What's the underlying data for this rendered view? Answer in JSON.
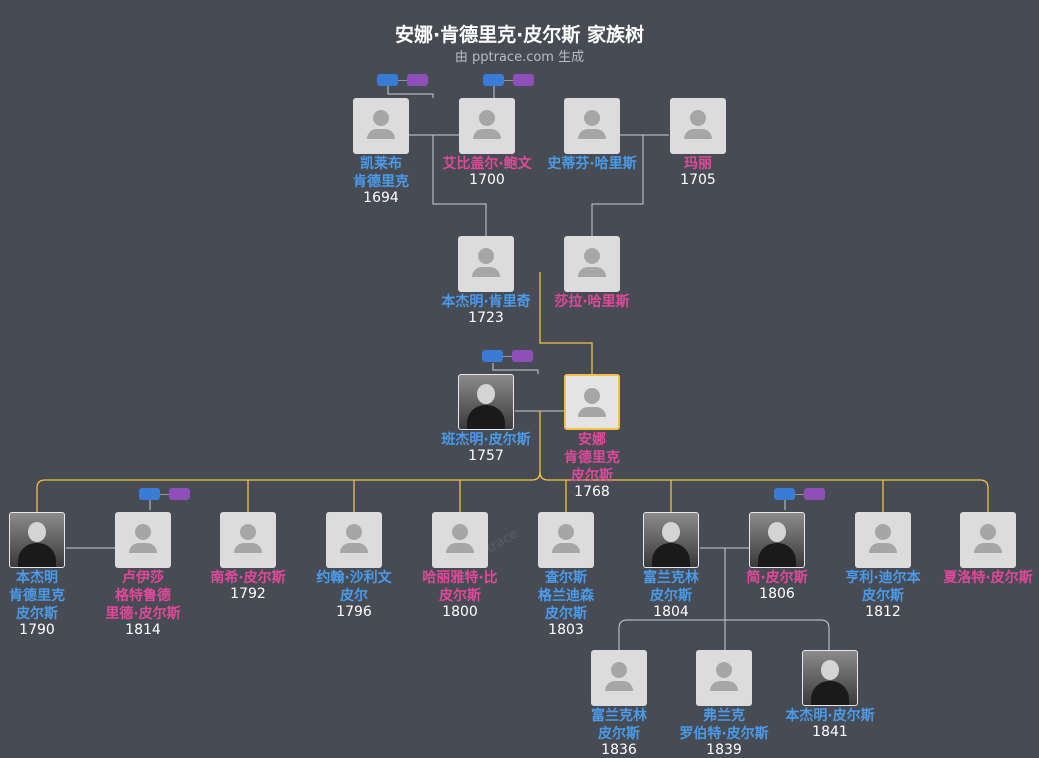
{
  "title": "安娜·肯德里克·皮尔斯 家族树",
  "subtitle": "由 pptrace.com 生成",
  "watermark": "pptrace",
  "colors": {
    "male": "#4a9bea",
    "female": "#e0499a",
    "focus_line": "#f5c242",
    "line": "#c9cdd4"
  },
  "people": [
    {
      "id": "p1",
      "name": [
        "凯莱布",
        "肯德里克"
      ],
      "year": "1694",
      "gender": "male",
      "photo": "placeholder"
    },
    {
      "id": "p2",
      "name": [
        "艾比盖尔·鲍文"
      ],
      "year": "1700",
      "gender": "female",
      "photo": "placeholder"
    },
    {
      "id": "p3",
      "name": [
        "史蒂芬·哈里斯"
      ],
      "year": "",
      "gender": "male",
      "photo": "placeholder"
    },
    {
      "id": "p4",
      "name": [
        "玛丽"
      ],
      "year": "1705",
      "gender": "female",
      "photo": "placeholder"
    },
    {
      "id": "p5",
      "name": [
        "本杰明·肯里奇"
      ],
      "year": "1723",
      "gender": "male",
      "photo": "placeholder"
    },
    {
      "id": "p6",
      "name": [
        "莎拉·哈里斯"
      ],
      "year": "",
      "gender": "female",
      "photo": "placeholder"
    },
    {
      "id": "p7",
      "name": [
        "班杰明·皮尔斯"
      ],
      "year": "1757",
      "gender": "male",
      "photo": "portrait"
    },
    {
      "id": "p8",
      "name": [
        "安娜",
        "肯德里克",
        "皮尔斯"
      ],
      "year": "1768",
      "gender": "female",
      "photo": "placeholder",
      "focus": true
    },
    {
      "id": "p9",
      "name": [
        "本杰明",
        "肯德里克",
        "皮尔斯"
      ],
      "year": "1790",
      "gender": "male",
      "photo": "portrait"
    },
    {
      "id": "p10",
      "name": [
        "卢伊莎",
        "格特鲁德",
        "里德·皮尔斯"
      ],
      "year": "1814",
      "gender": "female",
      "photo": "placeholder"
    },
    {
      "id": "p11",
      "name": [
        "南希·皮尔斯"
      ],
      "year": "1792",
      "gender": "female",
      "photo": "placeholder"
    },
    {
      "id": "p12",
      "name": [
        "约翰·沙利文",
        "皮尔"
      ],
      "year": "1796",
      "gender": "male",
      "photo": "placeholder"
    },
    {
      "id": "p13",
      "name": [
        "哈丽雅特·比",
        "皮尔斯"
      ],
      "year": "1800",
      "gender": "female",
      "photo": "placeholder"
    },
    {
      "id": "p14",
      "name": [
        "查尔斯",
        "格兰迪森",
        "皮尔斯"
      ],
      "year": "1803",
      "gender": "male",
      "photo": "placeholder"
    },
    {
      "id": "p15",
      "name": [
        "富兰克林",
        "皮尔斯"
      ],
      "year": "1804",
      "gender": "male",
      "photo": "portrait"
    },
    {
      "id": "p16",
      "name": [
        "简·皮尔斯"
      ],
      "year": "1806",
      "gender": "female",
      "photo": "portrait"
    },
    {
      "id": "p17",
      "name": [
        "亨利·迪尔本",
        "皮尔斯"
      ],
      "year": "1812",
      "gender": "male",
      "photo": "placeholder"
    },
    {
      "id": "p18",
      "name": [
        "夏洛特·皮尔斯"
      ],
      "year": "",
      "gender": "female",
      "photo": "placeholder"
    },
    {
      "id": "p19",
      "name": [
        "富兰克林",
        "皮尔斯"
      ],
      "year": "1836",
      "gender": "male",
      "photo": "placeholder"
    },
    {
      "id": "p20",
      "name": [
        "弗兰克",
        "罗伯特·皮尔斯"
      ],
      "year": "1839",
      "gender": "male",
      "photo": "placeholder"
    },
    {
      "id": "p21",
      "name": [
        "本杰明·皮尔斯"
      ],
      "year": "1841",
      "gender": "male",
      "photo": "portrait"
    }
  ]
}
